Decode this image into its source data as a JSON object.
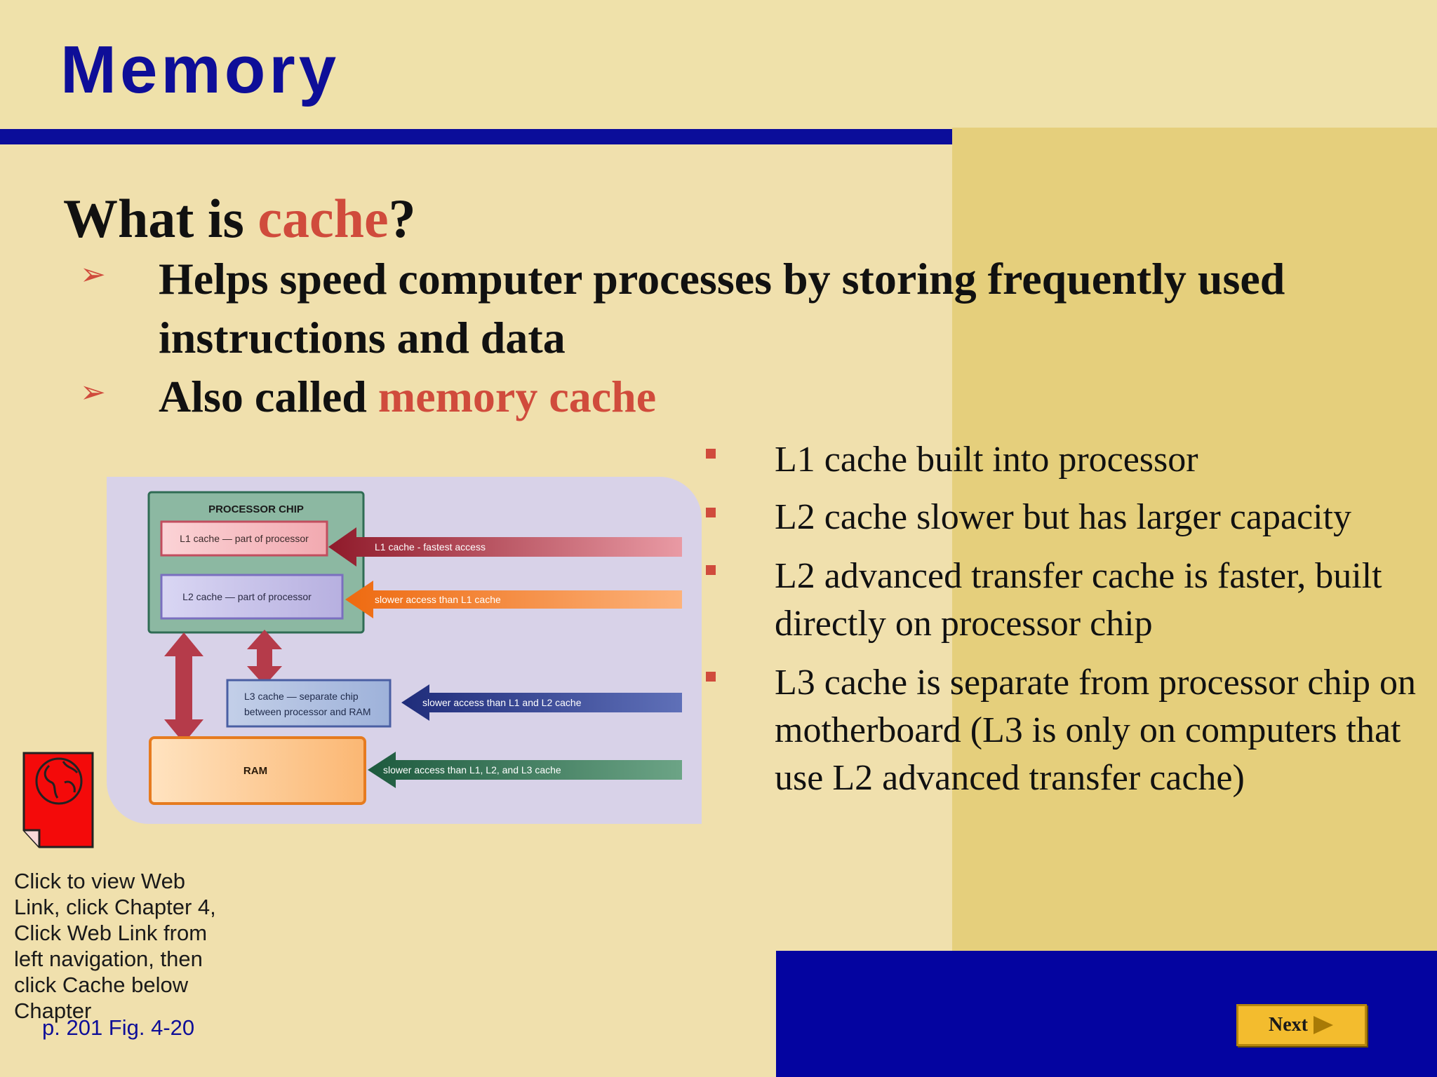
{
  "slide": {
    "title": "Memory",
    "question_prefix": "What is ",
    "question_term": "cache",
    "question_suffix": "?",
    "bullets": [
      {
        "text": "Helps speed computer processes by storing frequently used instructions and data"
      },
      {
        "prefix": "Also called ",
        "term": "memory cache"
      }
    ],
    "sub_bullets": [
      "L1 cache built into processor",
      "L2 cache slower but has larger capacity",
      "L2 advanced transfer cache is faster, built directly on processor chip",
      "L3 cache is separate from processor chip on motherboard (L3 is only on computers that use L2 advanced transfer cache)"
    ],
    "weblink_note": "Click to view Web Link, click Chapter 4, Click Web Link from left navigation, then click Cache below Chapter",
    "figure_ref": "p. 201 Fig. 4-20",
    "next_label": "Next"
  },
  "diagram": {
    "chip_label": "PROCESSOR CHIP",
    "l1_box": "L1 cache — part of processor",
    "l2_box": "L2 cache — part of processor",
    "l3_box_line1": "L3 cache — separate chip",
    "l3_box_line2": "between processor and RAM",
    "ram_box": "RAM",
    "arrow_l1": "L1 cache - fastest access",
    "arrow_l2": "slower access than L1 cache",
    "arrow_l3": "slower access than L1 and L2 cache",
    "arrow_ram": "slower access than L1, L2, and L3 cache"
  },
  "colors": {
    "background": "#f0e0ad",
    "panel": "#e5cf7c",
    "title_blue": "#0e0e98",
    "accent_red": "#d04b3c",
    "bottom_bar": "#0404a0",
    "next_button": "#f3bc2e"
  },
  "icons": {
    "arrow_bullet": "arrowhead-bullet-icon",
    "square_bullet": "square-bullet-icon",
    "web_link": "globe-document-icon",
    "next": "play-arrow-icon"
  }
}
